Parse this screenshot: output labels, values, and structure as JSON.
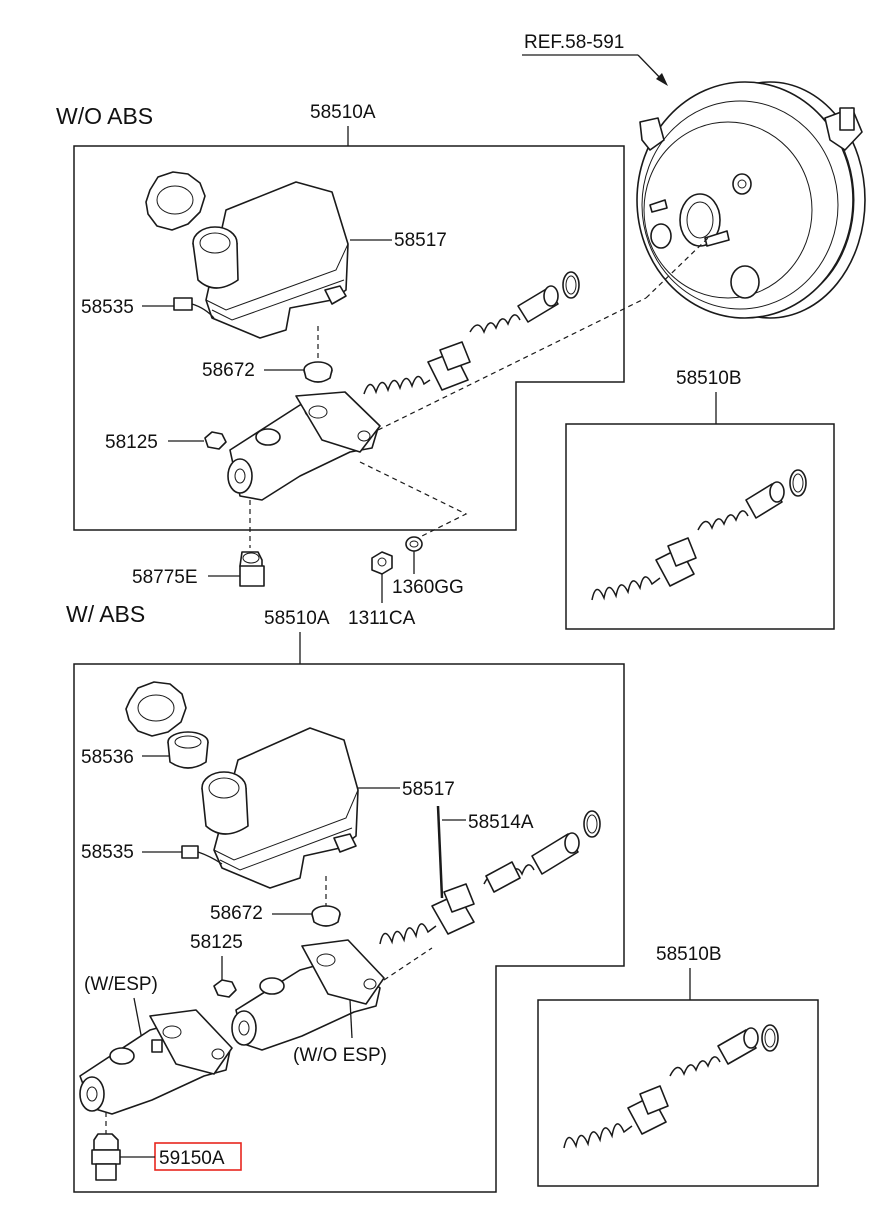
{
  "sections": {
    "without_abs": "W/O ABS",
    "with_abs": "W/ ABS"
  },
  "variants": {
    "with_esp": "(W/ESP)",
    "without_esp": "(W/O ESP)"
  },
  "reference": "REF.58-591",
  "parts": {
    "master_cyl_assy_top": "58510A",
    "master_cyl_assy_bottom": "58510A",
    "piston_kit_top": "58510B",
    "piston_kit_bottom": "58510B",
    "reservoir_top": "58517",
    "reservoir_bottom": "58517",
    "sensor_top": "58535",
    "sensor_bottom": "58535",
    "grommet_top": "58672",
    "grommet_bottom": "58672",
    "plug_top": "58125",
    "plug_bottom": "58125",
    "fitting": "58775E",
    "nut": "1311CA",
    "washer": "1360GG",
    "strainer": "58536",
    "pin": "58514A",
    "pressure_sensor": "59150A"
  },
  "highlight_color": "#e8261e"
}
